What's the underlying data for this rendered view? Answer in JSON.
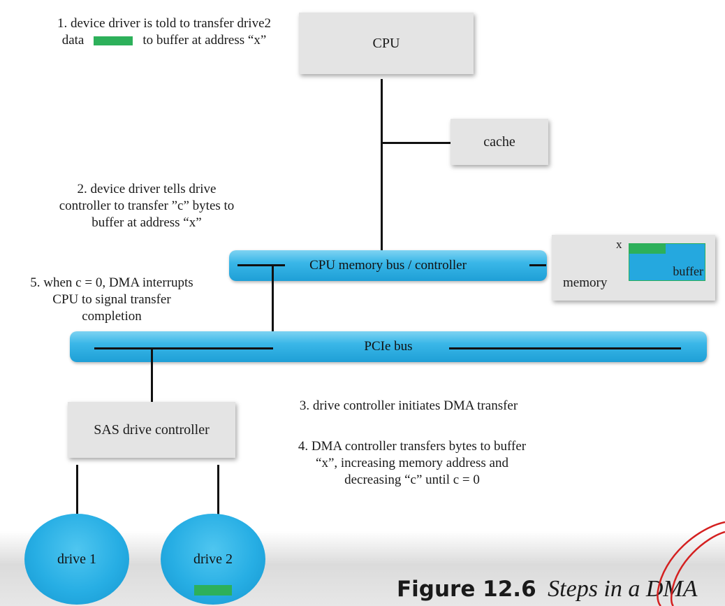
{
  "notes": {
    "step1_line1": "1. device driver is told to transfer drive2",
    "step1_data": "data",
    "step1_rest": "to buffer at address “x”",
    "step2_line1": "2. device driver tells drive",
    "step2_line2": "controller to transfer ”c” bytes to",
    "step2_line3": "buffer at address “x”",
    "step3": "3. drive controller initiates DMA transfer",
    "step4_line1": "4. DMA controller transfers bytes to buffer",
    "step4_line2": "“x”, increasing memory address and",
    "step4_line3": "decreasing “c” until c = 0",
    "step5_line1": "5. when c = 0, DMA interrupts",
    "step5_line2": "CPU to signal transfer",
    "step5_line3": "completion"
  },
  "boxes": {
    "cpu": "CPU",
    "cache": "cache",
    "memory": "memory",
    "memory_x": "x",
    "buffer": "buffer",
    "sas": "SAS drive controller"
  },
  "buses": {
    "cpu_memory_bus": "CPU memory bus / controller",
    "pcie_bus": "PCIe bus"
  },
  "drives": {
    "drive1": "drive 1",
    "drive2": "drive 2"
  },
  "caption": {
    "bold": "Figure 12.6",
    "italic": "Steps in a DMA"
  },
  "colors": {
    "bus_blue": "#1e9fd6",
    "data_green": "#2db05a",
    "box_gray": "#e4e4e4",
    "annotation_red": "#d42020"
  }
}
